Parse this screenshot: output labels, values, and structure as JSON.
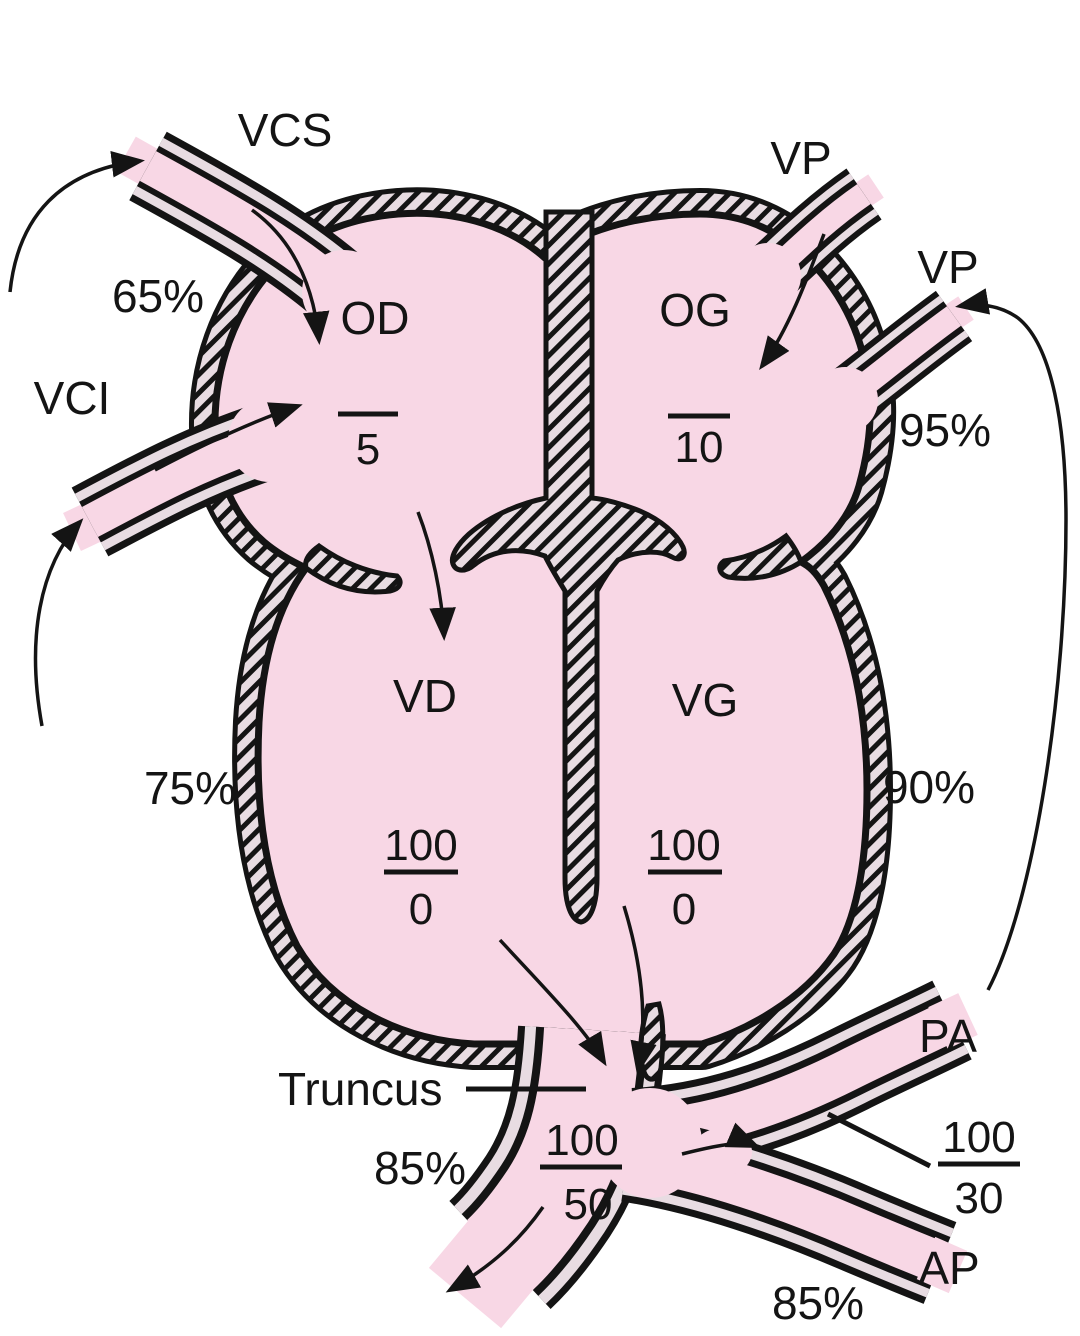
{
  "colors": {
    "chamber_pink": "#f8d7e5",
    "wall_band": "#e8dce2",
    "ink": "#141414",
    "background": "#ffffff"
  },
  "labels": {
    "vcs": "VCS",
    "vp_top": "VP",
    "vp_right": "VP",
    "vci": "VCI",
    "od": "OD",
    "og": "OG",
    "vd": "VD",
    "vg": "VG",
    "truncus": "Truncus",
    "pa": "PA",
    "ap": "AP"
  },
  "saturations": {
    "vcs": "65%",
    "vp": "95%",
    "vd": "75%",
    "vg": "90%",
    "truncus": "85%",
    "ap": "85%"
  },
  "pressures": {
    "od_mean": "5",
    "og_mean": "10",
    "vd_sys": "100",
    "vd_dia": "0",
    "vg_sys": "100",
    "vg_dia": "0",
    "truncus_sys": "100",
    "truncus_dia": "50",
    "pa_sys": "100",
    "pa_dia": "30"
  }
}
